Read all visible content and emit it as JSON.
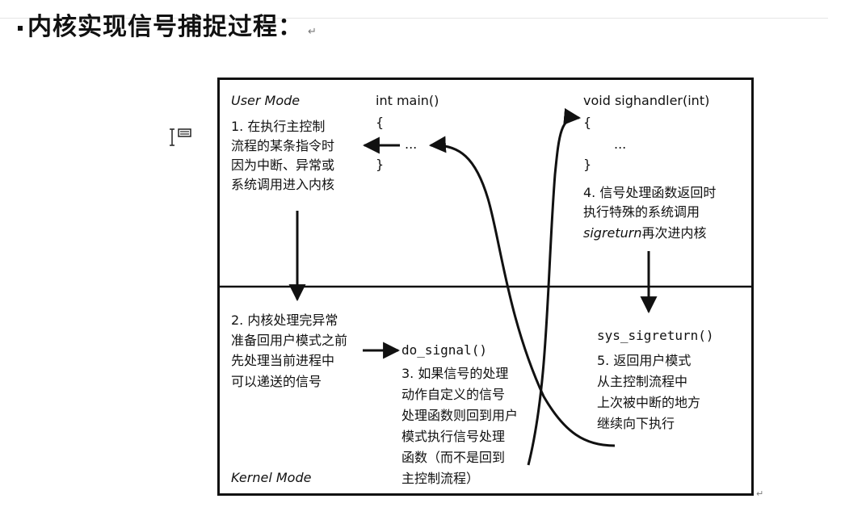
{
  "heading": {
    "text": "内核实现信号捕捉过程："
  },
  "diagram": {
    "user_mode_label": "User Mode",
    "kernel_mode_label": "Kernel Mode",
    "main_code": [
      "int main()",
      "{",
      "...",
      "}"
    ],
    "handler_code": [
      "void sighandler(int)",
      "{",
      "...",
      "}"
    ],
    "step1": [
      "1. 在执行主控制",
      "流程的某条指令时",
      "因为中断、异常或",
      "系统调用进入内核"
    ],
    "step2": [
      "2. 内核处理完异常",
      "准备回用户模式之前",
      "先处理当前进程中",
      "可以递送的信号"
    ],
    "do_signal": "do_signal()",
    "step3": [
      "3. 如果信号的处理",
      "动作自定义的信号",
      "处理函数则回到用户",
      "模式执行信号处理",
      "函数（而不是回到",
      "主控制流程）"
    ],
    "step4": [
      "4. 信号处理函数返回时",
      "执行特殊的系统调用"
    ],
    "step4_sigreturn": "sigreturn",
    "step4_tail": "再次进内核",
    "sys_sigreturn": "sys_sigreturn()",
    "step5": [
      "5. 返回用户模式",
      "从主控制流程中",
      "上次被中断的地方",
      "继续向下执行"
    ]
  }
}
